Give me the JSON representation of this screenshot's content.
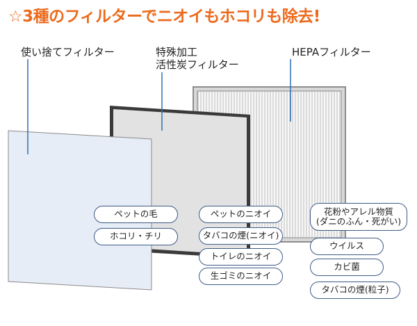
{
  "title": "☆3種のフィルターでニオイもホコリも除去!",
  "filters": {
    "disposable": {
      "label": "使い捨てフィルター",
      "items": [
        "ペットの毛",
        "ホコリ・チリ"
      ]
    },
    "carbon": {
      "label_line1": "特殊加工",
      "label_line2": "活性炭フィルター",
      "items": [
        "ペットのニオイ",
        "タバコの煙(ニオイ)",
        "トイレのニオイ",
        "生ゴミのニオイ"
      ]
    },
    "hepa": {
      "label": "HEPAフィルター",
      "items": [
        {
          "line1": "花粉やアレル物質",
          "line2": "(ダニのふん・死がい)"
        },
        {
          "line1": "ウイルス"
        },
        {
          "line1": "カビ菌"
        },
        {
          "line1": "タバコの煙(粒子)"
        }
      ]
    }
  },
  "colors": {
    "title": "#ec6a1c",
    "pill_border": "#3d5a86",
    "pointer": "#2f6fb8",
    "disposable_fill": "#e6edf6",
    "carbon_fill": "#e2e2e2",
    "carbon_frame": "#3a3a3a",
    "hepa_frame": "#6e6e6e"
  }
}
